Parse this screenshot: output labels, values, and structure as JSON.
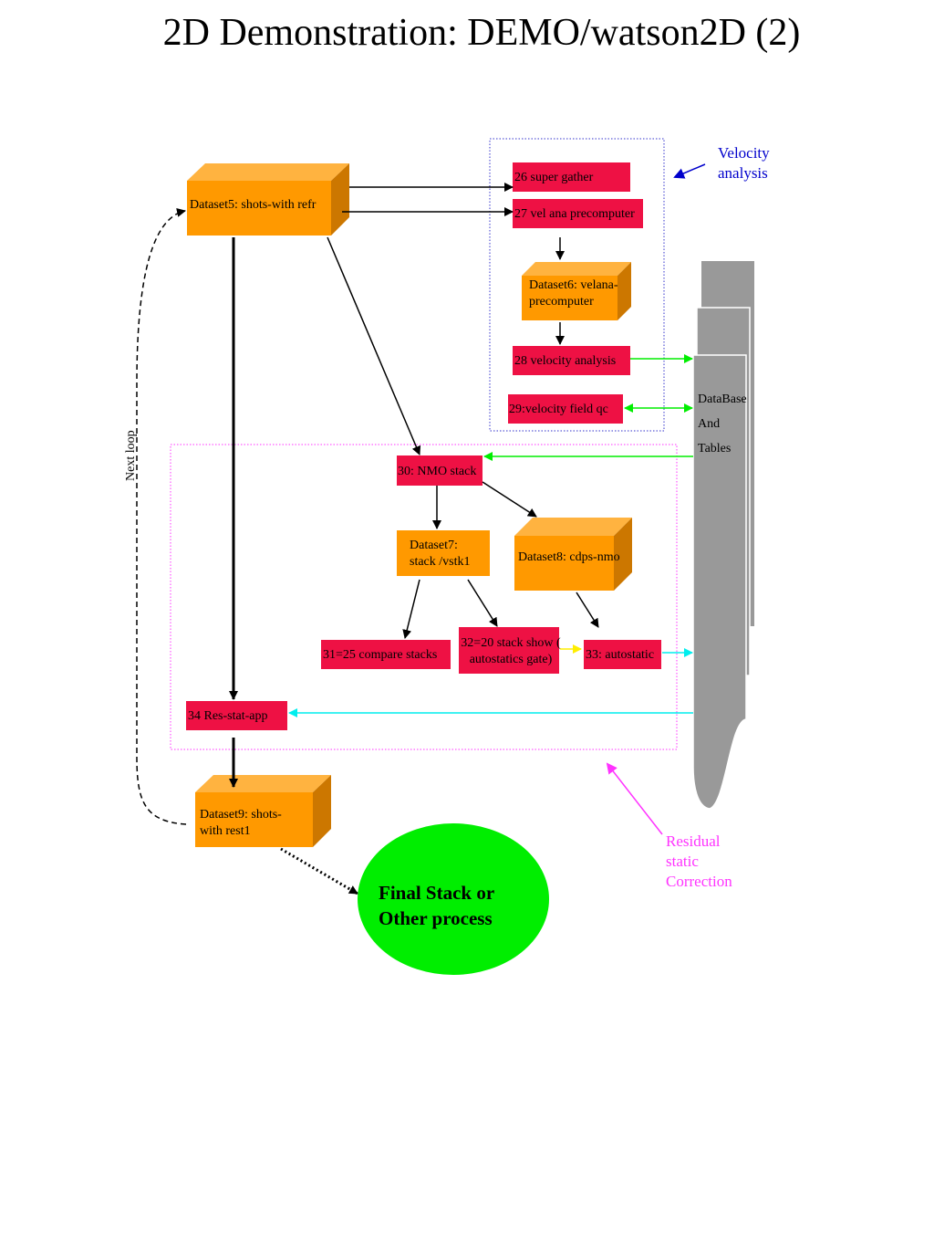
{
  "title": "2D Demonstration: DEMO/watson2D (2)",
  "datasets": {
    "d5": "Dataset5: shots-with refr",
    "d6": "Dataset6: velana-precomputer",
    "d7": "Dataset7: stack /vstk1",
    "d8": "Dataset8:  cdps-nmo",
    "d9": "Dataset9:  shots-with rest1"
  },
  "processes": {
    "p26": "26 super gather",
    "p27": "27 vel ana precomputer",
    "p28": "28 velocity analysis",
    "p29": "29:velocity field qc",
    "p30": "30: NMO stack",
    "p31": "31=25 compare stacks",
    "p32": "32=20 stack show ( autostatics gate)",
    "p33": "33: autostatic",
    "p34": "34 Res-stat-app"
  },
  "database": {
    "line1": "DataBase",
    "line2": "And",
    "line3": "Tables"
  },
  "annotations": {
    "velocity_analysis": "Velocity analysis",
    "residual": "Residual static Correction",
    "next_loop": "Next loop"
  },
  "final": "Final Stack or Other process",
  "colors": {
    "dataset_fill": "#ff9900",
    "process_fill": "#ee1144",
    "database_fill": "#999999",
    "final_fill": "#00ee00",
    "velocity_group": "#3333cc",
    "residual_group": "#ff33ff",
    "db_arrow": "#00ee00",
    "static_arrow": "#00eeee",
    "gate_arrow": "#ffff00"
  }
}
